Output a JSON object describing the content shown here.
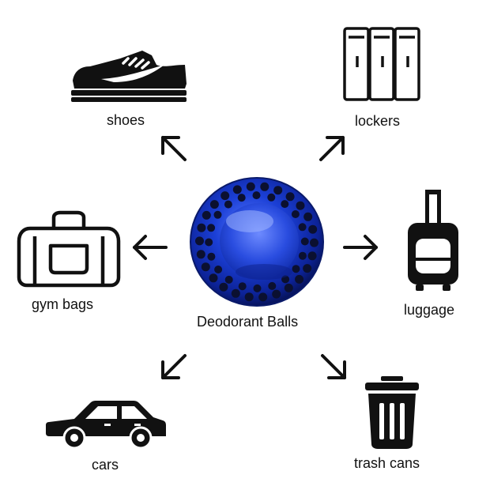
{
  "center": {
    "label": "Deodorant Balls"
  },
  "uses": [
    {
      "id": "shoes",
      "label": "shoes",
      "icon": "sneaker-icon"
    },
    {
      "id": "lockers",
      "label": "lockers",
      "icon": "locker-icon"
    },
    {
      "id": "gym-bags",
      "label": "gym bags",
      "icon": "duffel-bag-icon"
    },
    {
      "id": "luggage",
      "label": "luggage",
      "icon": "suitcase-icon"
    },
    {
      "id": "cars",
      "label": "cars",
      "icon": "car-icon"
    },
    {
      "id": "trash-cans",
      "label": "trash cans",
      "icon": "trash-can-icon"
    }
  ],
  "colors": {
    "ink": "#111111",
    "ball": "#1736c8",
    "ball_dark": "#0a1a7a",
    "ball_light": "#5b7cff"
  }
}
